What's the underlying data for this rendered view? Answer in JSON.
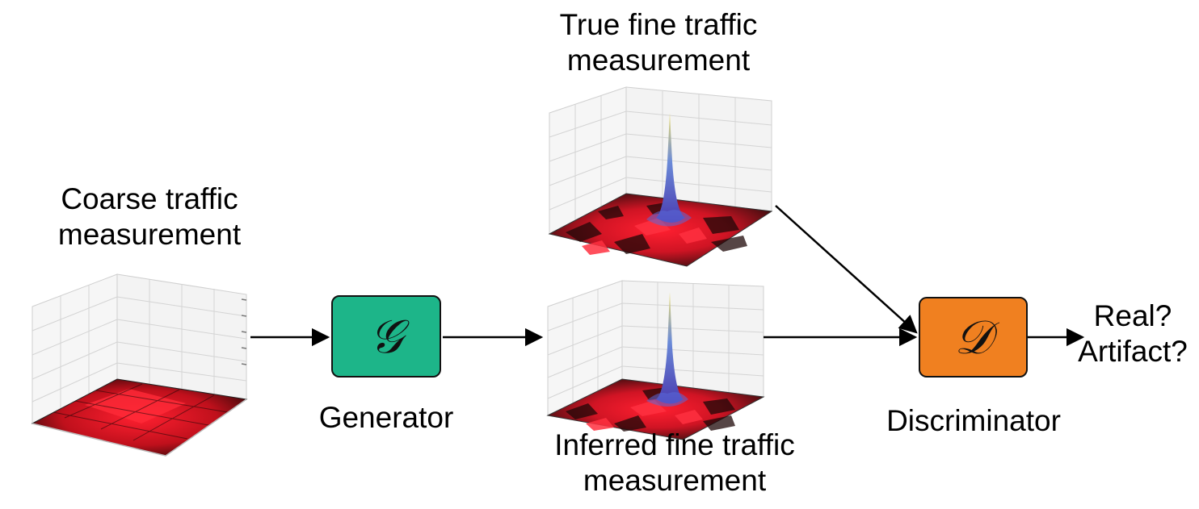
{
  "coarse": {
    "line1": "Coarse traffic",
    "line2": "measurement"
  },
  "true_fine": {
    "line1": "True fine traffic",
    "line2": "measurement"
  },
  "inferred_fine": {
    "line1": "Inferred fine traffic",
    "line2": "measurement"
  },
  "generator": {
    "symbol": "𝒢",
    "label": "Generator",
    "color": "#1db589"
  },
  "discriminator": {
    "symbol": "𝒟",
    "label": "Discriminator",
    "color": "#f08020"
  },
  "output": {
    "line1": "Real?",
    "line2": "Artifact?"
  },
  "colors": {
    "surface_dark": "#2a1010",
    "surface_red": "#e8182a",
    "spike_blue": "#5a6ad8",
    "spike_yellow": "#e8e070",
    "grid": "#cfcfcf"
  }
}
